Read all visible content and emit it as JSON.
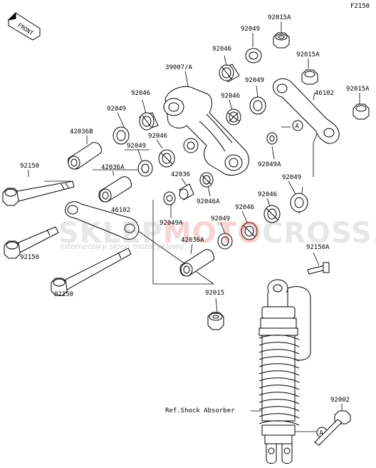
{
  "figure_code": "F2150",
  "front_label": "FRONT",
  "callout_a": "A",
  "watermark": {
    "part1": "SKLEP",
    "part2": "MOTO",
    "part3": "CROSS.PL",
    "tagline": "internetowy sklep motocyklowy"
  },
  "parts": {
    "p92015a_top": "92015A",
    "p92049_top": "92049",
    "p92046_top": "92046",
    "p39007a": "39007/A",
    "p92015a_mid": "92015A",
    "p92049_r1": "92049",
    "p46102_top": "46102",
    "p92015a_right": "92015A",
    "p92046_l": "92046",
    "p92046_c": "92046",
    "p92049_l": "92049",
    "p42036b": "42036B",
    "p92046_lc": "92046",
    "p92049_lc": "92049",
    "p42036a_l": "42036A",
    "p92150_1": "92150",
    "p92049a_r": "92049A",
    "p92049_r2": "92049",
    "p42036": "42036",
    "p92046a": "92046A",
    "p92046_r": "92046",
    "p46102_low": "46102",
    "p92049a_c": "92049A",
    "p92049_c": "92049",
    "p92046_c2": "92046",
    "p42036a_c": "42036A",
    "p92150_2": "92150",
    "p92150a": "92150A",
    "p92150_3": "92150",
    "p92015": "92015",
    "p92002": "92002",
    "ref_shock": "Ref.Shock Absorber"
  }
}
